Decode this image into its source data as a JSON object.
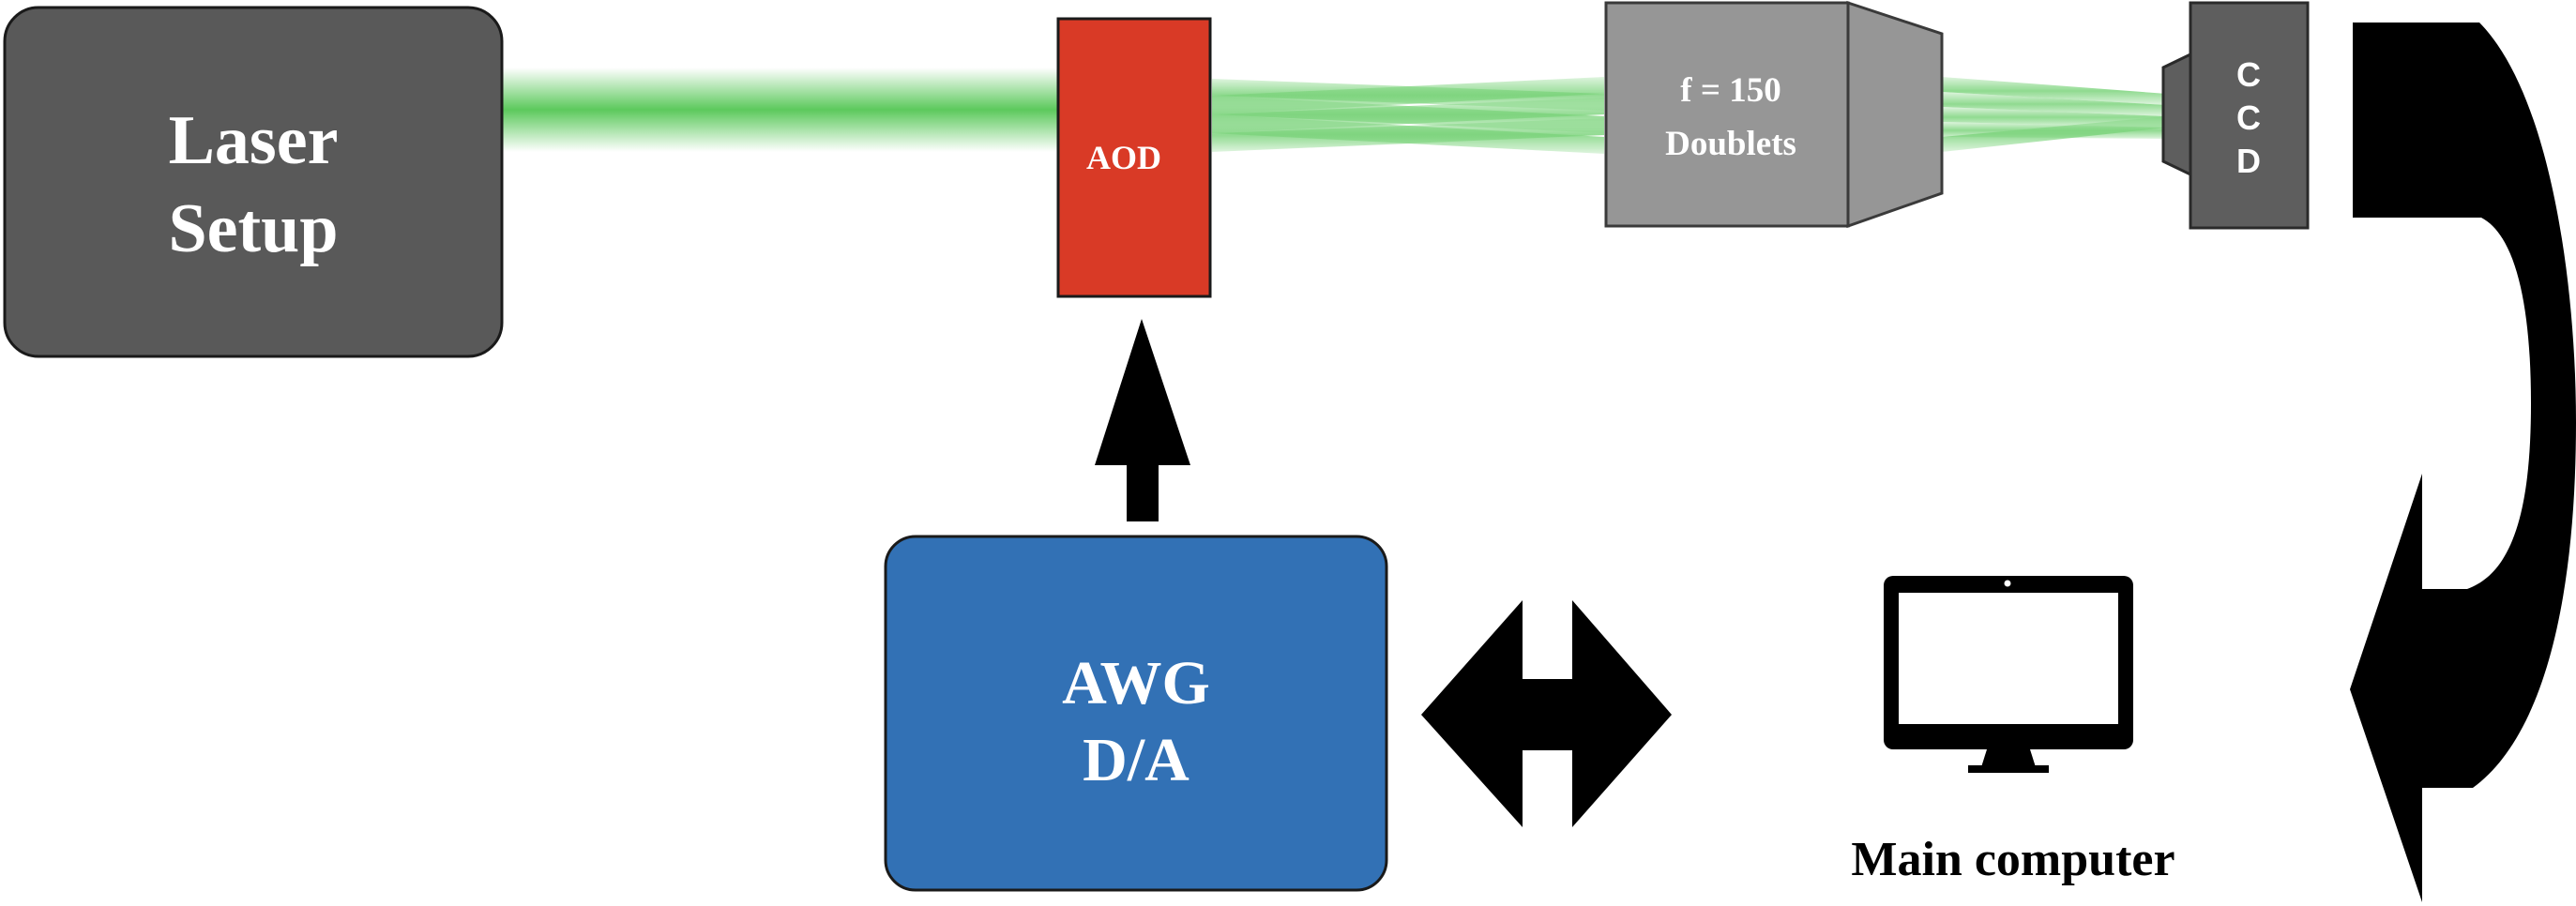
{
  "laser_box": {
    "line1": "Laser",
    "line2": "Setup"
  },
  "aod": {
    "label": "AOD"
  },
  "lens": {
    "line1": "f = 150",
    "line2": "Doublets"
  },
  "ccd": {
    "letters": [
      "C",
      "C",
      "D"
    ]
  },
  "awg": {
    "line1": "AWG",
    "line2": "D/A"
  },
  "computer": {
    "label": "Main computer"
  },
  "colors": {
    "laser_box": "#595959",
    "aod": "#d93a26",
    "awg": "#3271b5",
    "lens": "#969696",
    "ccd": "#5e5e5e",
    "beam": "#5cc95c",
    "arrow": "#000000"
  }
}
